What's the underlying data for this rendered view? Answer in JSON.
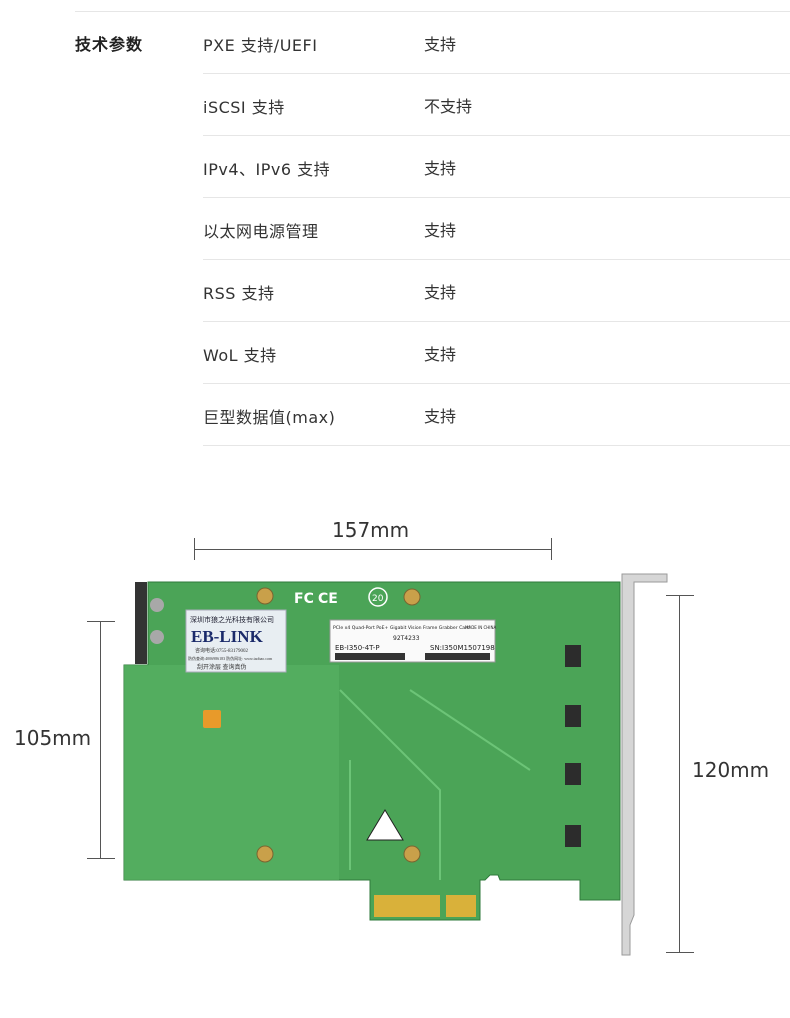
{
  "spec": {
    "section_title": "技术参数",
    "rows": [
      {
        "name": "PXE 支持/UEFI",
        "value": "支持"
      },
      {
        "name": "iSCSI 支持",
        "value": "不支持"
      },
      {
        "name": "IPv4、IPv6 支持",
        "value": "支持"
      },
      {
        "name": "以太网电源管理",
        "value": "支持"
      },
      {
        "name": "RSS 支持",
        "value": "支持"
      },
      {
        "name": "WoL 支持",
        "value": "支持"
      },
      {
        "name": "巨型数据值(max)",
        "value": "支持"
      }
    ]
  },
  "dimensions": {
    "width_label": "157mm",
    "height_label": "105mm",
    "bracket_height_label": "120mm"
  },
  "board": {
    "brand_company": "深圳市狼之光科技有限公司",
    "brand_name": "EB-LINK",
    "brand_phone": "咨询电话:0755-83179002",
    "brand_website": "防伪查询:4006986183 防伪网址: www.taobao.com",
    "brand_footer": "刮开涂层  查询真伪",
    "product_desc": "PCIe x4 Quad-Port PoE+ Gigabit Vision Frame Grabber Card",
    "made_in": "MADE IN CHINA",
    "batch_code": "92T4233",
    "model": "EB-I350-4T-P",
    "serial": "SN:I350M1507198",
    "cert_fc": "FC",
    "cert_ce": "CE",
    "cert_rohs": "20",
    "colors": {
      "pcb": "#3f9a4c",
      "pcb_light": "#5cb868",
      "gold": "#d9b13a",
      "bracket": "#d8d8d8"
    }
  }
}
